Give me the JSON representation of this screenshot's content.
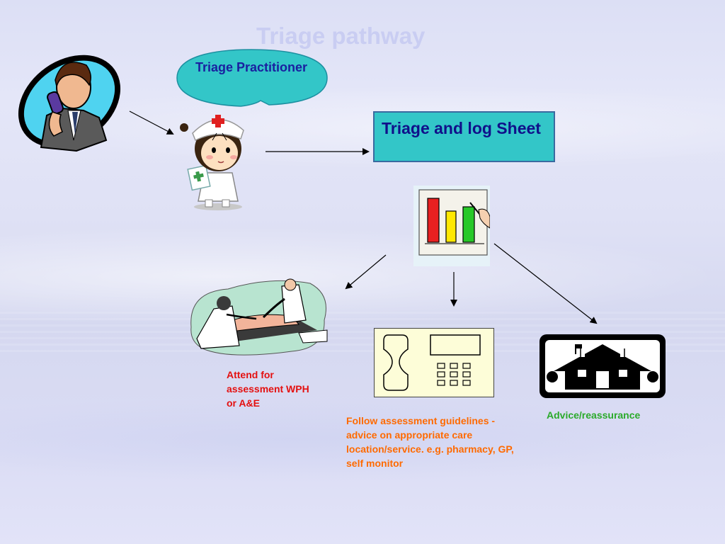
{
  "slide": {
    "title": "Triage pathway",
    "callout": "Triage Practitioner",
    "log_sheet": "Triage and log Sheet"
  },
  "outcomes": {
    "assessment": "Attend for assessment WPH or A&E",
    "guidelines": "Follow assessment guidelines - advice on appropriate care location/service. e.g. pharmacy, GP, self monitor",
    "advice": "Advice/reassurance"
  },
  "colors": {
    "title": "#c9cdf2",
    "callout_fill": "#33c6c8",
    "box_fill": "#33c6c8",
    "text_navy": "#10108a",
    "red_label": "#e41010",
    "orange_label": "#ff6a00",
    "green_label": "#2aaa2a"
  },
  "icons": [
    "caller-on-phone-icon",
    "nurse-icon",
    "bar-chart-icon",
    "patient-exam-icon",
    "telephone-keypad-icon",
    "house-icon"
  ]
}
